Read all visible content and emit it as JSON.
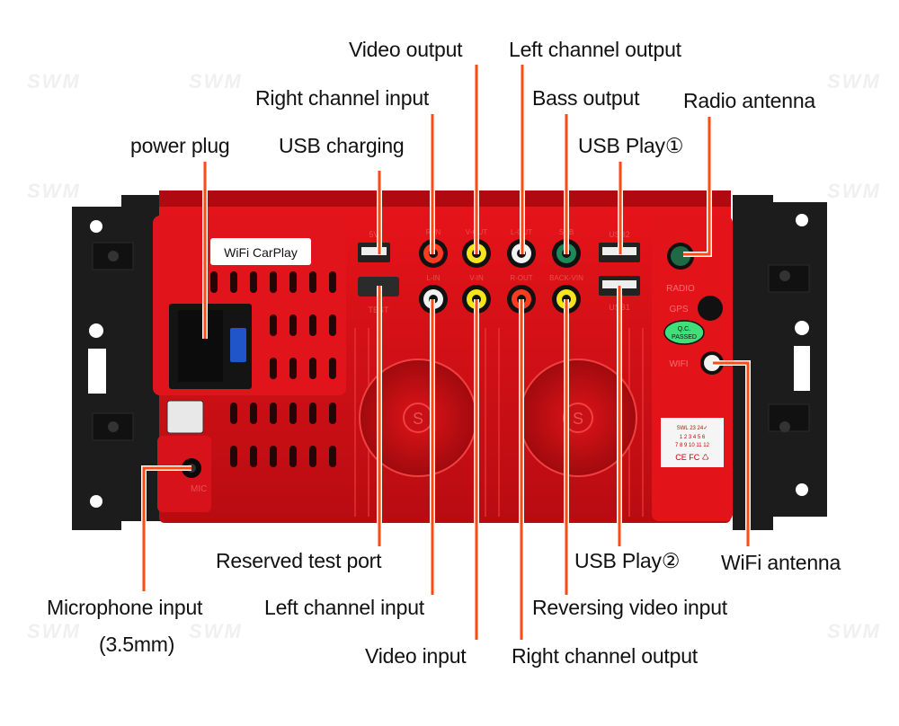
{
  "watermark": "SWM",
  "colors": {
    "callout_line": "#ff4a12",
    "housing_red": "#d60f14",
    "housing_dark_red": "#a80a10",
    "bracket_black": "#1c1c1c",
    "rca_red": "#ff3b1f",
    "rca_yellow": "#f6e51a",
    "rca_white": "#f2f2f2",
    "rca_green": "#1d8a5a",
    "qc_green": "#3fe07a"
  },
  "device": {
    "sticker_label": "WiFi CarPlay",
    "port_markings": {
      "usb_charge": "5V",
      "test": "TEST",
      "r_in": "R-IN",
      "v_out": "V-OUT",
      "l_out": "L-OUT",
      "sub": "SUB",
      "usb2": "USB2",
      "l_in": "L-IN",
      "v_in": "V-IN",
      "r_out": "R-OUT",
      "back_vin": "BACK-VIN",
      "usb1": "USB1",
      "radio": "RADIO",
      "gps": "GPS",
      "wifi": "WIFI",
      "mic": "MIC"
    },
    "qc_badge": [
      "Q.C.",
      "PASSED"
    ],
    "spec_table": {
      "header": [
        "SWL",
        "23",
        "24✓"
      ],
      "rows": [
        [
          "1",
          "2",
          "3",
          "4",
          "5",
          "6"
        ],
        [
          "7",
          "8",
          "9",
          "10",
          "11",
          "12"
        ]
      ]
    },
    "cert_marks": "CE FC ♺"
  },
  "callouts": {
    "video_output": "Video output",
    "left_channel_output": "Left channel output",
    "right_channel_input": "Right channel input",
    "bass_output": "Bass output",
    "radio_antenna": "Radio antenna",
    "power_plug": "power plug",
    "usb_charging": "USB charging",
    "usb_play_1": "USB Play①",
    "reserved_test_port": "Reserved test port",
    "usb_play_2": "USB Play②",
    "wifi_antenna": "WiFi antenna",
    "microphone_input": "Microphone input",
    "microphone_input_size": "(3.5mm)",
    "left_channel_input": "Left channel input",
    "reversing_video_input": "Reversing video input",
    "video_input": "Video input",
    "right_channel_output": "Right channel output"
  }
}
